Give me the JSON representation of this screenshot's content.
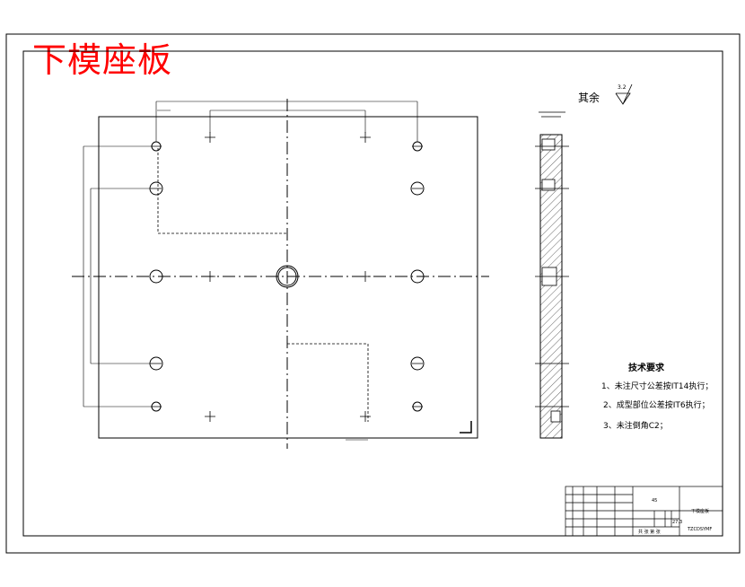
{
  "title": "下模座板",
  "roughness": {
    "label": "其余",
    "value": "3.2"
  },
  "tech_req": {
    "heading": "技术要求",
    "items": [
      "1、未注尺寸公差按IT14执行；",
      "2、成型部位公差按IT6执行；",
      "3、未注倒角C2；"
    ]
  },
  "title_block": {
    "material": "45",
    "part_name": "下模座板",
    "drawing_no": "TZCDSYMF",
    "scale": "27.3",
    "sheets": "共 张 第 张"
  },
  "colors": {
    "title": "#ff0000",
    "lines": "#000000"
  }
}
